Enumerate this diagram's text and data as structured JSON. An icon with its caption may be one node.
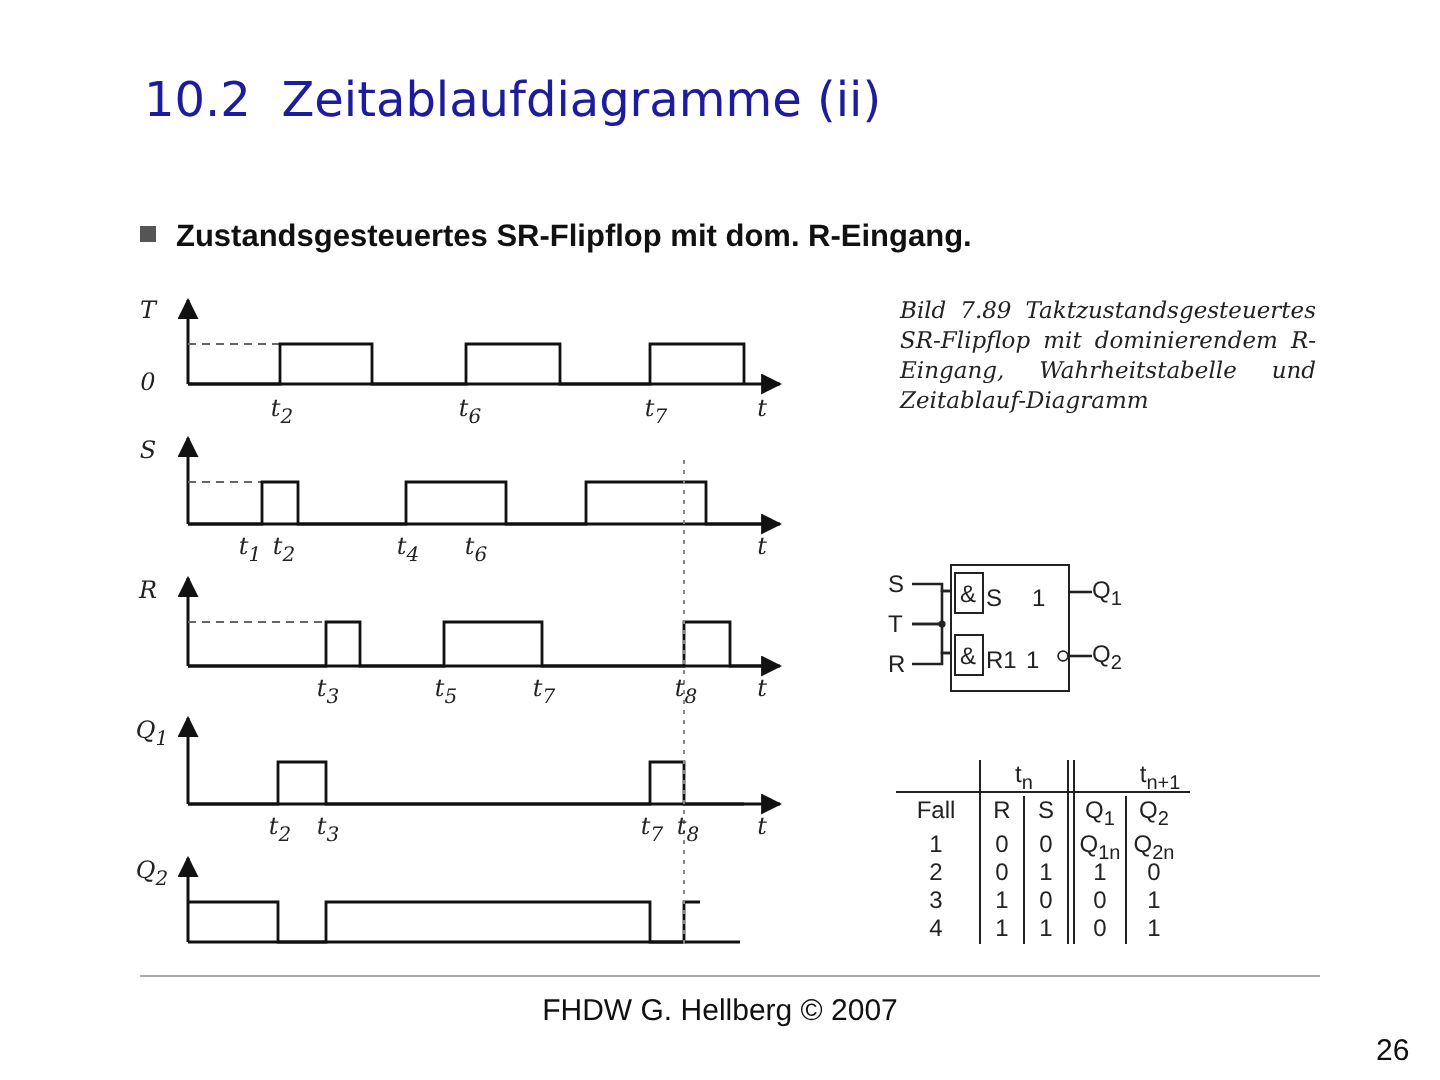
{
  "diagram": {
    "title": "10.2  Zeitablaufdiagramme (ii)",
    "caption": "Bild 7.89 Taktzustandsgesteuertes SR-Flipflop mit dominierendem R-Eingang, Wahrheitstabelle und Zeitablauf-Diagramm",
    "nodes": [
      {
        "text": [
          "S"
        ]
      },
      {
        "text": [
          "T"
        ]
      },
      {
        "text": [
          "R"
        ]
      },
      {
        "text": [
          "S",
          "1",
          "R1",
          "1"
        ]
      },
      {
        "text": [
          "&"
        ],
        "in": 3
      },
      {
        "text": [
          "&"
        ],
        "in": 3
      },
      {
        "text": [
          "Q$_{1}$"
        ]
      },
      {
        "text": [
          "Q$_{2}$"
        ]
      }
    ],
    "edges": [
      {
        "from": 0,
        "to": 4,
        "arrow": "none"
      },
      {
        "from": 1,
        "to": 4,
        "arrow": "none"
      },
      {
        "from": 1,
        "to": 5,
        "arrow": "none"
      },
      {
        "from": 2,
        "to": 5,
        "arrow": "none"
      },
      {
        "from": 3,
        "to": 6,
        "arrow": "none"
      },
      {
        "from": 3,
        "to": 7,
        "arrow": "other"
      }
    ],
    "labels": [
      "Zustandsgesteuertes SR-Flipflop mit dom. R-Eingang.",
      "T",
      "0",
      "t$_{2}$",
      "t$_{6}$",
      "t$_{7}$",
      "t",
      "S",
      "t$_{1}$",
      "t$_{2}$",
      "t$_{4}$",
      "t$_{6}$",
      "t",
      "R",
      "t$_{3}$",
      "t$_{5}$",
      "t$_{7}$",
      "t$_{8}$",
      "t",
      "Q$_{1}$",
      "t$_{2}$",
      "t$_{3}$",
      "t$_{7}$",
      "t$_{8}$",
      "t",
      "Q$_{2}$",
      "t$_{n}$",
      "t$_{n+1}$",
      "Fall",
      "R",
      "S",
      "Q$_{1}$",
      "Q$_{2}$",
      "1",
      "0",
      "0",
      "Q$_{1n}$",
      "Q$_{2n}$",
      "2",
      "0",
      "1",
      "1",
      "0",
      "3",
      "1",
      "0",
      "0",
      "1",
      "4",
      "1",
      "1",
      "0",
      "1",
      "FHDW G. Hellberg © 2007",
      "26"
    ]
  }
}
